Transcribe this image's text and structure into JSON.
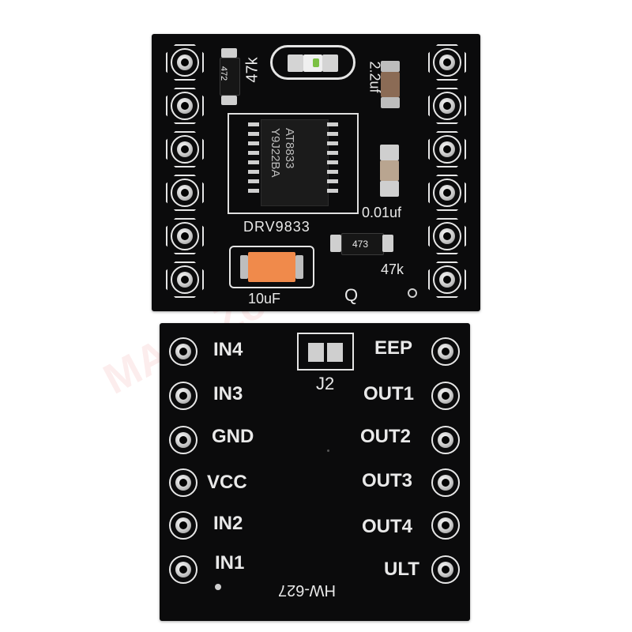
{
  "top_board": {
    "chip_text_line1": "AT8833",
    "chip_text_line2": "Y9J22BA",
    "resistor_top_code": "472",
    "resistor_top_value": "47k",
    "capacitor_top_value": "2.2uf",
    "capacitor_right_value": "0.01uf",
    "chip_part_label": "DRV9833",
    "resistor_bottom_code": "473",
    "resistor_bottom_value": "47k",
    "capacitor_bottom_value": "10uF",
    "q_label": "Q",
    "left_pad_count": 6,
    "right_pad_count": 6
  },
  "bottom_board": {
    "left_pins": [
      "IN4",
      "IN3",
      "GND",
      "VCC",
      "IN2",
      "IN1"
    ],
    "right_pins": [
      "EEP",
      "OUT1",
      "OUT2",
      "OUT3",
      "OUT4",
      "ULT"
    ],
    "jumper_label": "J2",
    "board_code": "HW-627"
  },
  "watermark_text": "MA ... Zone Store",
  "colors": {
    "board": "#0b0b0c",
    "silkscreen": "#e9e9e9",
    "pad": "#d4d4d4",
    "capacitor_tantalum": "#f08a4b",
    "led_green": "#7bc043"
  }
}
